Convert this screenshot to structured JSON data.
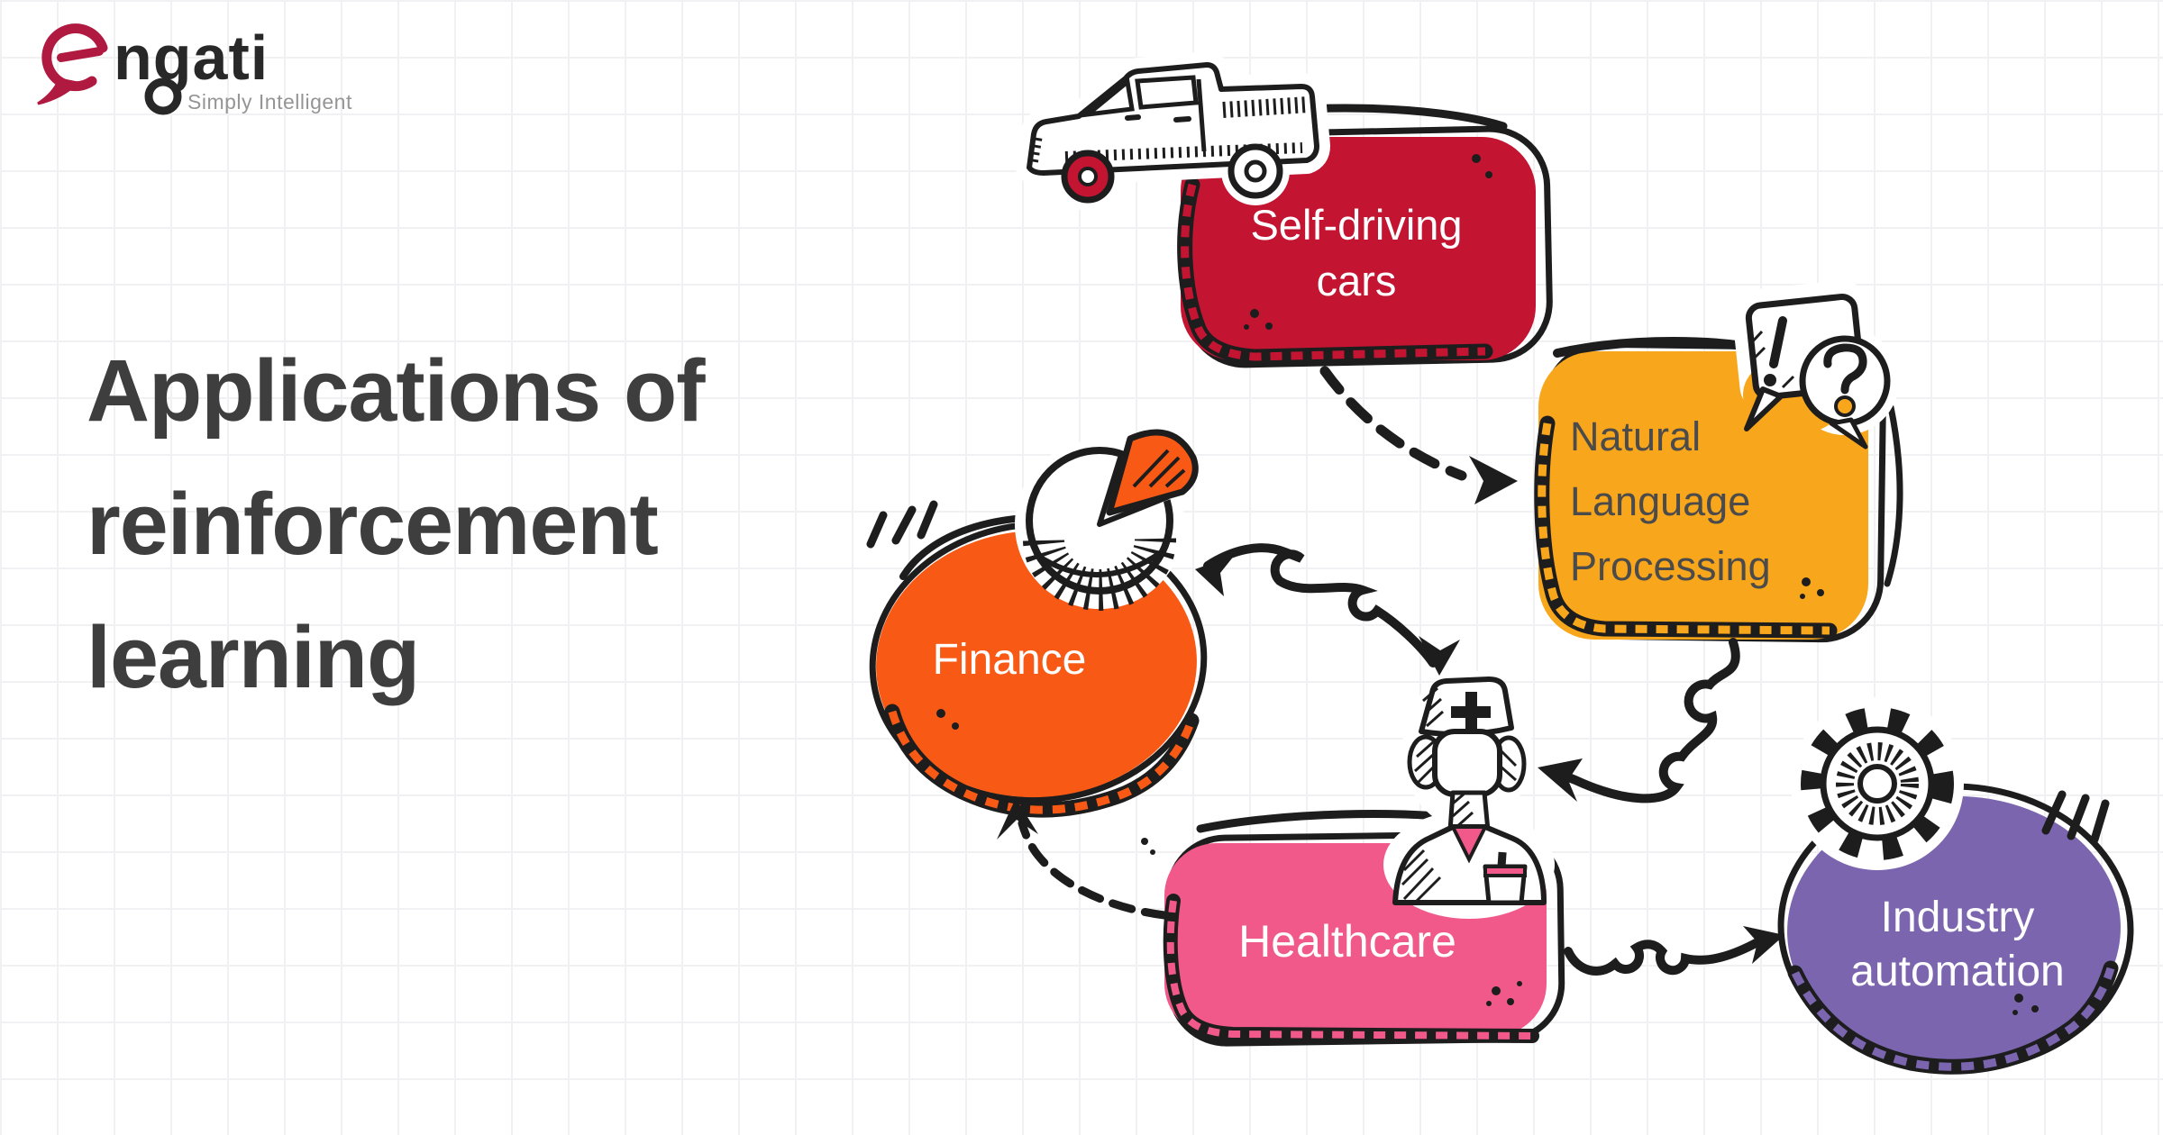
{
  "brand": {
    "name": "engati",
    "logo_text": "ngati",
    "tagline": "Simply Intelligent",
    "logo_red": "#b01940",
    "logo_dark": "#282828",
    "tagline_gray": "#959595"
  },
  "title": {
    "lines": [
      "Applications of",
      "reinforcement",
      "learning"
    ],
    "color": "#3e3e3e"
  },
  "nodes": {
    "self_driving": {
      "line1": "Self-driving",
      "line2": "cars",
      "color": "#c31432",
      "text_color": "#ffffff",
      "icon": "pickup-truck-icon"
    },
    "nlp": {
      "line1": "Natural",
      "line2": "Language",
      "line3": "Processing",
      "color": "#f8a61b",
      "text_color": "#4b4b4b",
      "icon": "speech-bubbles-icon"
    },
    "finance": {
      "label": "Finance",
      "color": "#f85a15",
      "text_color": "#ffffff",
      "icon": "pie-chart-icon"
    },
    "healthcare": {
      "label": "Healthcare",
      "color": "#f0598a",
      "text_color": "#ffffff",
      "icon": "nurse-icon"
    },
    "industry": {
      "line1": "Industry",
      "line2": "automation",
      "color": "#7b65af",
      "text_color": "#ffffff",
      "icon": "gear-icon"
    }
  },
  "glyphs": {
    "exclamation": "!",
    "question": "?"
  },
  "colors": {
    "ink": "#1d1d1d",
    "grid": "#f1f0f3",
    "background": "#ffffff"
  }
}
